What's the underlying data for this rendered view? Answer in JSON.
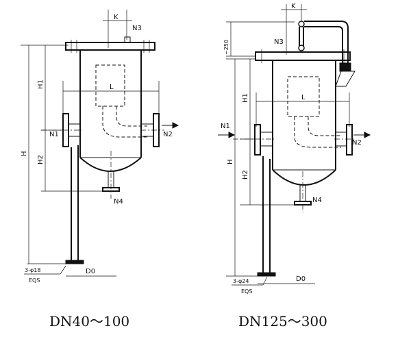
{
  "left_unit": {
    "caption": "DN40～100",
    "labels": {
      "k": "K",
      "n3": "N3",
      "n1": "N1",
      "n2": "N2",
      "n4": "N4",
      "h": "H",
      "h1": "H1",
      "h2": "H2",
      "l": "L",
      "d0": "D0",
      "anchor": "3-φ18",
      "eqs": "EQS"
    }
  },
  "right_unit": {
    "caption": "DN125～300",
    "labels": {
      "k": "K",
      "n3": "N3",
      "n1": "N1",
      "n2": "N2",
      "n4": "N4",
      "h": "H",
      "h1": "H1",
      "h2": "H2",
      "l": "L",
      "d0": "D0",
      "anchor": "3-φ24",
      "eqs": "EQS",
      "approx": "~250"
    }
  }
}
